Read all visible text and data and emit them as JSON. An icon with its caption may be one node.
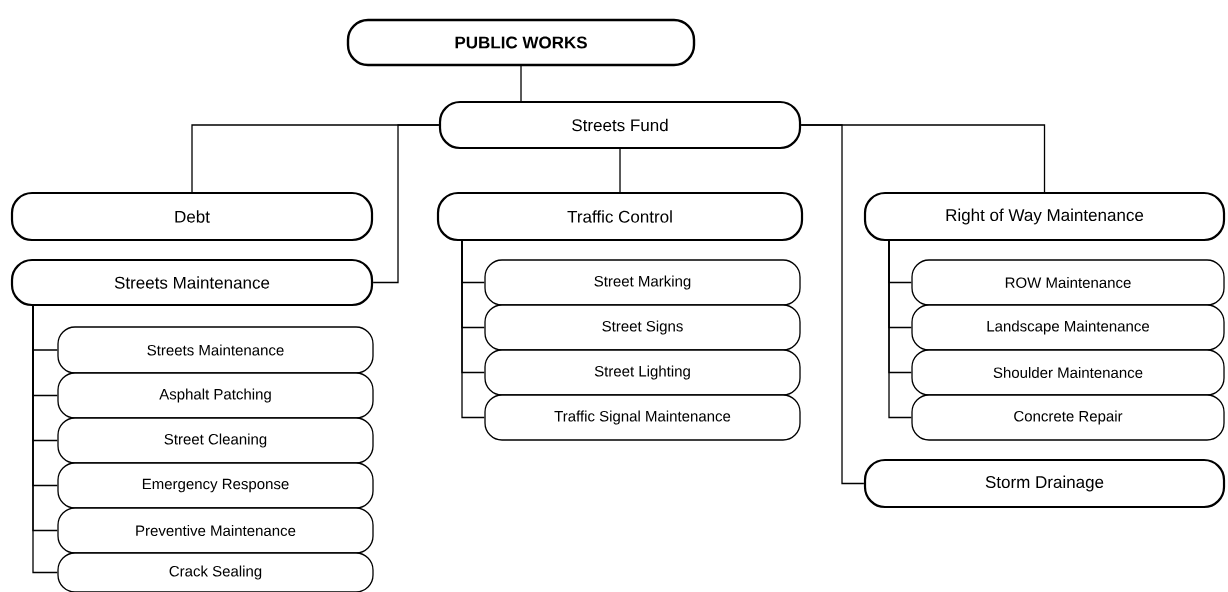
{
  "diagram": {
    "nodes": [
      {
        "text": [
          "PUBLIC WORKS"
        ]
      },
      {
        "text": [
          "Streets Fund"
        ]
      },
      {
        "text": [
          "Debt"
        ]
      },
      {
        "text": [
          "Streets Maintenance"
        ]
      },
      {
        "text": [
          "Streets Maintenance"
        ]
      },
      {
        "text": [
          "Asphalt Patching"
        ]
      },
      {
        "text": [
          "Street Cleaning"
        ]
      },
      {
        "text": [
          "Emergency Response"
        ]
      },
      {
        "text": [
          "Preventive Maintenance"
        ]
      },
      {
        "text": [
          "Crack Sealing"
        ]
      },
      {
        "text": [
          "Traffic Control"
        ]
      },
      {
        "text": [
          "Street Marking"
        ]
      },
      {
        "text": [
          "Street Signs"
        ]
      },
      {
        "text": [
          "Street Lighting"
        ]
      },
      {
        "text": [
          "Traffic Signal Maintenance"
        ]
      },
      {
        "text": [
          "Right of Way Maintenance"
        ]
      },
      {
        "text": [
          "ROW Maintenance"
        ]
      },
      {
        "text": [
          "Landscape Maintenance"
        ]
      },
      {
        "text": [
          "Shoulder Maintenance"
        ]
      },
      {
        "text": [
          "Concrete Repair"
        ]
      },
      {
        "text": [
          "Storm Drainage"
        ]
      }
    ],
    "edges": [
      {
        "from": 0,
        "to": 1,
        "arrow": "none"
      },
      {
        "from": 1,
        "to": 2,
        "arrow": "none"
      },
      {
        "from": 1,
        "to": 3,
        "arrow": "none"
      },
      {
        "from": 1,
        "to": 10,
        "arrow": "none"
      },
      {
        "from": 1,
        "to": 15,
        "arrow": "none"
      },
      {
        "from": 1,
        "to": 20,
        "arrow": "none"
      },
      {
        "from": 3,
        "to": 4,
        "arrow": "none"
      },
      {
        "from": 3,
        "to": 5,
        "arrow": "none"
      },
      {
        "from": 3,
        "to": 6,
        "arrow": "none"
      },
      {
        "from": 3,
        "to": 7,
        "arrow": "none"
      },
      {
        "from": 3,
        "to": 8,
        "arrow": "none"
      },
      {
        "from": 3,
        "to": 9,
        "arrow": "none"
      },
      {
        "from": 10,
        "to": 11,
        "arrow": "none"
      },
      {
        "from": 10,
        "to": 12,
        "arrow": "none"
      },
      {
        "from": 10,
        "to": 13,
        "arrow": "none"
      },
      {
        "from": 10,
        "to": 14,
        "arrow": "none"
      },
      {
        "from": 15,
        "to": 16,
        "arrow": "none"
      },
      {
        "from": 15,
        "to": 17,
        "arrow": "none"
      },
      {
        "from": 15,
        "to": 18,
        "arrow": "none"
      },
      {
        "from": 15,
        "to": 19,
        "arrow": "none"
      }
    ]
  }
}
